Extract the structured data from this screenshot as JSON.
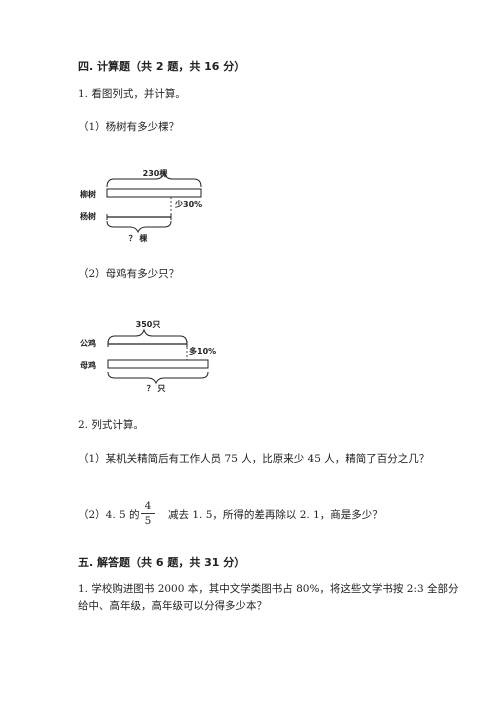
{
  "section4": {
    "title": "四. 计算题（共 2 题，共 16 分）",
    "q1": {
      "stem": "1. 看图列式，并计算。",
      "sub1": {
        "text": "（1）杨树有多少棵？",
        "diagram": {
          "top_total": "230棵",
          "row1": "柳树",
          "row2": "杨树",
          "diff": "少30%",
          "unknown": "？ 棵"
        }
      },
      "sub2": {
        "text": "（2）母鸡有多少只？",
        "diagram": {
          "top_total": "350只",
          "row1": "公鸡",
          "row2": "母鸡",
          "diff": "多10%",
          "unknown": "？ 只"
        }
      }
    },
    "q2": {
      "stem": "2. 列式计算。",
      "sub1": "（1）某机关精简后有工作人员 75 人，比原来少 45 人，精简了百分之几？",
      "sub2_before": "（2）4. 5 的",
      "sub2_frac_num": "4",
      "sub2_frac_den": "5",
      "sub2_after": "减去 1. 5，所得的差再除以 2. 1，商是多少？"
    }
  },
  "section5": {
    "title": "五. 解答题（共 6 题，共 31 分）",
    "q1_line1": "1. 学校购进图书 2000 本，其中文学类图书占 80%，将这些文学书按 2:3 全部分",
    "q1_line2": "给中、高年级，高年级可以分得多少本？"
  }
}
